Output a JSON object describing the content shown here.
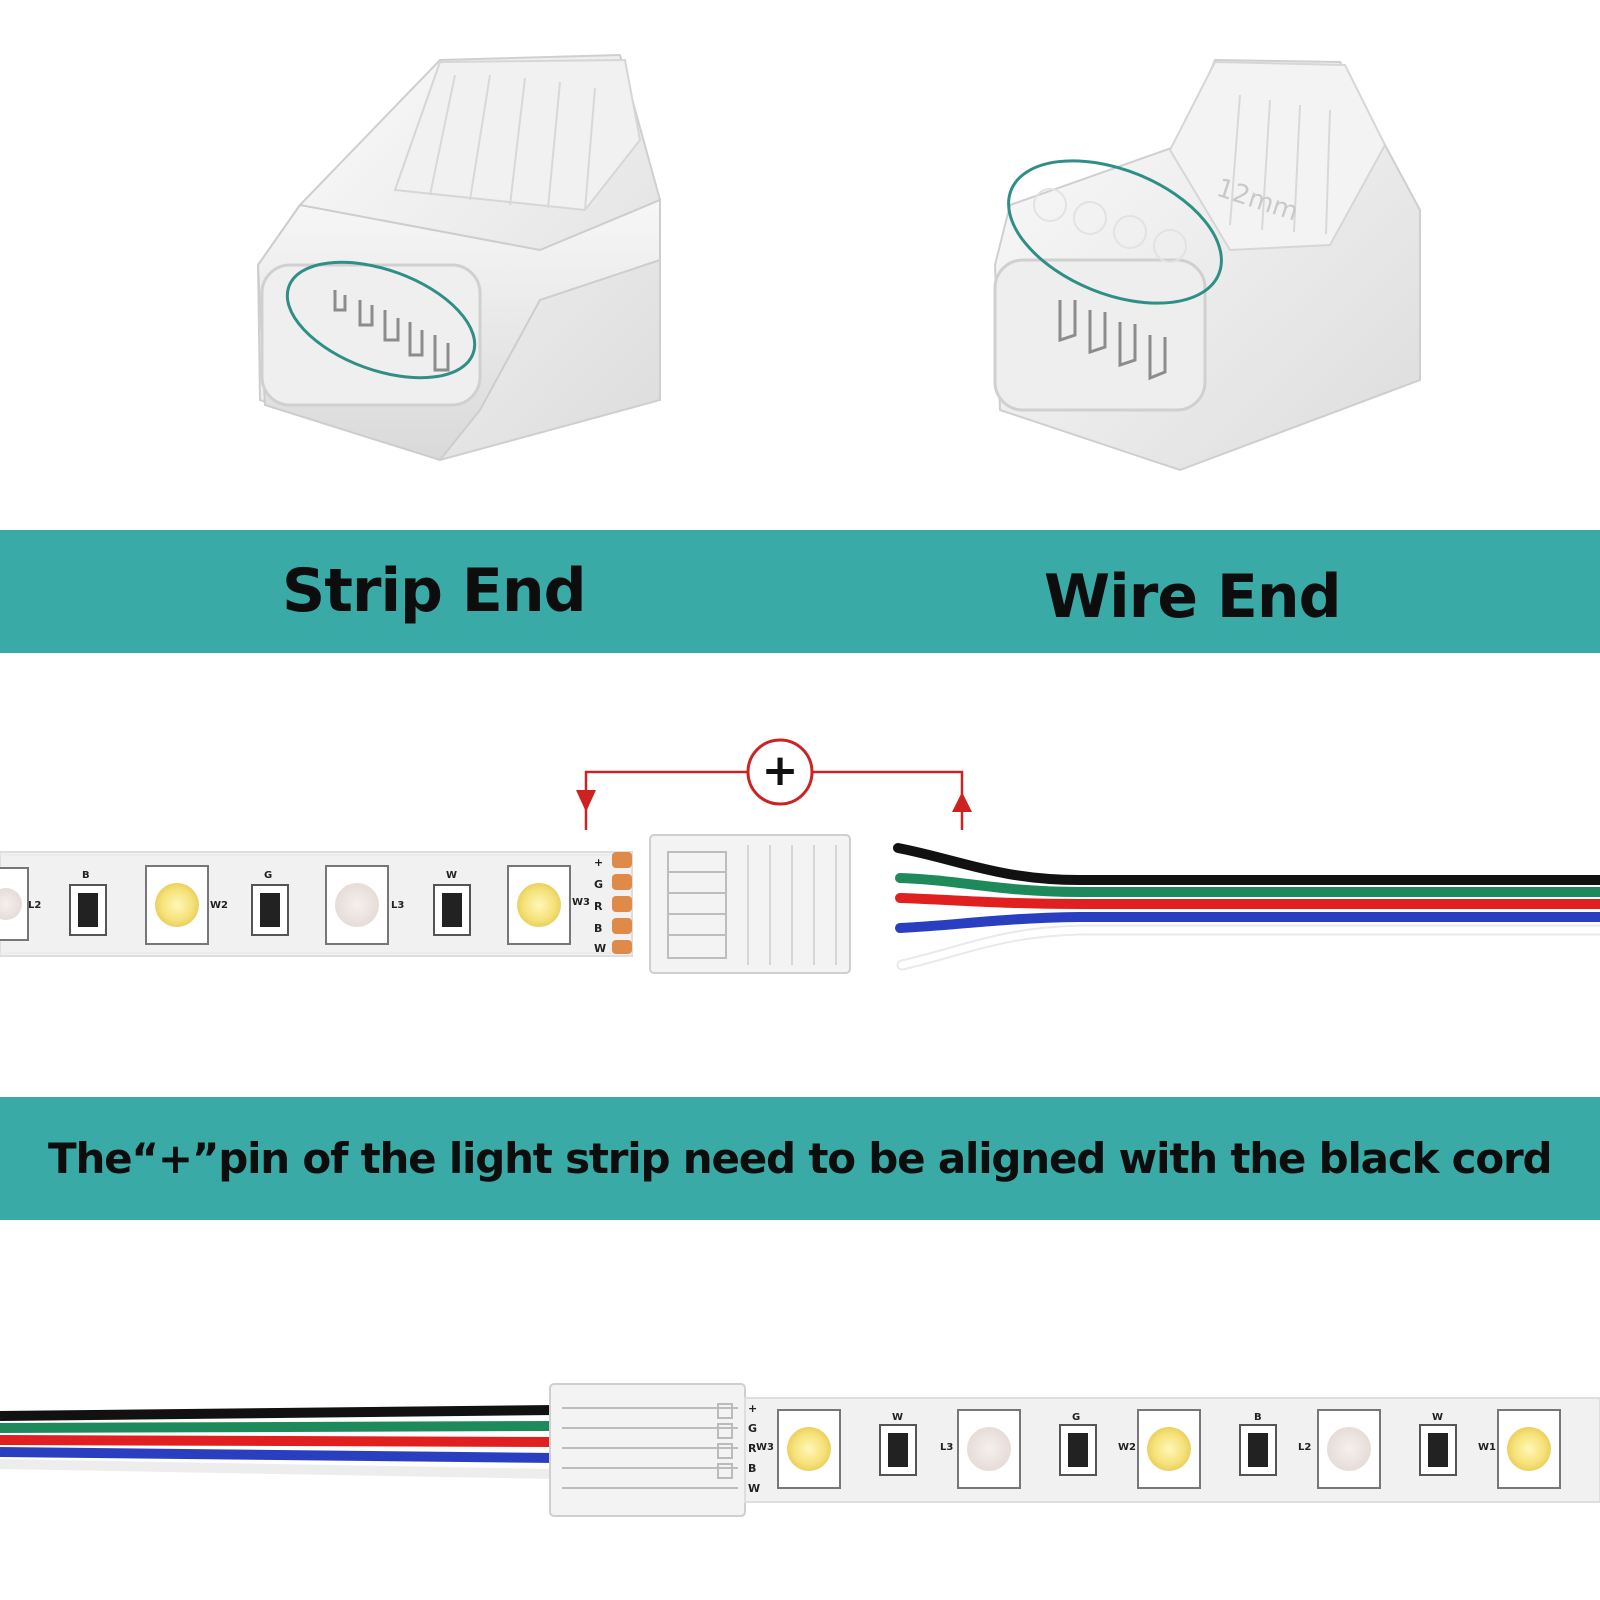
{
  "labels": {
    "strip_end": "Strip End",
    "wire_end": "Wire End",
    "instruction": "The“+”pin of the light strip need to be aligned with the black cord",
    "plus": "+"
  },
  "pads_top": [
    "+",
    "G",
    "R",
    "B",
    "W"
  ],
  "pads_bottom": [
    "+",
    "G",
    "R",
    "B",
    "W"
  ],
  "strip_top_marks": [
    "L2",
    "B",
    "W2",
    "G",
    "L3",
    "W",
    "W3"
  ],
  "strip_bottom_marks": [
    "W3",
    "W",
    "L3",
    "G",
    "W2",
    "B",
    "L2",
    "W",
    "W1"
  ],
  "connector_text": "12mm",
  "colors": {
    "band": "#3aaaa6",
    "ellipse": "#2f8f86",
    "arrow": "#cc2222",
    "wire_black": "#111111",
    "wire_green": "#1e8a5c",
    "wire_red": "#e02020",
    "wire_blue": "#2a3fbf",
    "wire_white": "#f2f2f2"
  }
}
